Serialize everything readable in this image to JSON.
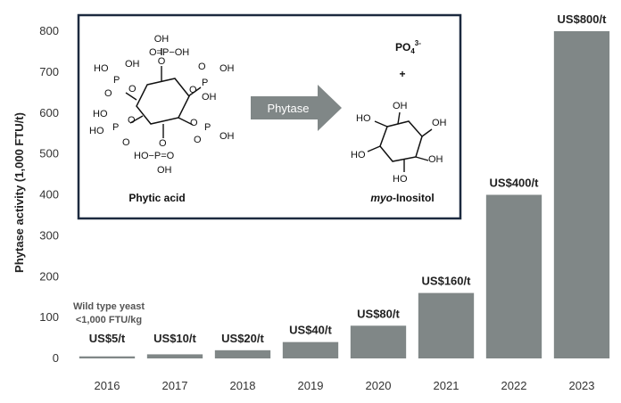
{
  "chart_data": {
    "type": "bar",
    "title": "",
    "xlabel": "",
    "ylabel": "Phytase activity (1,000 FTU/t)",
    "ylim": [
      0,
      800
    ],
    "yticks": [
      0,
      100,
      200,
      300,
      400,
      500,
      600,
      700,
      800
    ],
    "grid": false,
    "categories": [
      "2016",
      "2017",
      "2018",
      "2019",
      "2020",
      "2021",
      "2022",
      "2023"
    ],
    "values": [
      5,
      10,
      20,
      40,
      80,
      160,
      400,
      800
    ],
    "bar_labels": [
      "US$5/t",
      "US$10/t",
      "US$20/t",
      "US$40/t",
      "US$80/t",
      "US$160/t",
      "US$400/t",
      "US$800/t"
    ],
    "annotation": {
      "line1": "Wild type yeast",
      "line2": "<1,000 FTU/kg"
    },
    "bar_color": "#808787"
  },
  "inset": {
    "reaction_label": "Phytase",
    "substrate_name": "Phytic acid",
    "product_prefix": "myo",
    "product_suffix": "-Inositol",
    "phosphate": "PO",
    "phosphate_sub": "4",
    "phosphate_sup": "3-",
    "plus": "+",
    "border_color": "#1c2a3f",
    "arrow_color": "#808787",
    "groups": {
      "top": "OH",
      "p": "P",
      "o": "O",
      "ho": "HO",
      "oh": "OH",
      "dbl_o": "O=",
      "ho_p": "HO-P",
      "p_oh": "P-OH"
    }
  }
}
